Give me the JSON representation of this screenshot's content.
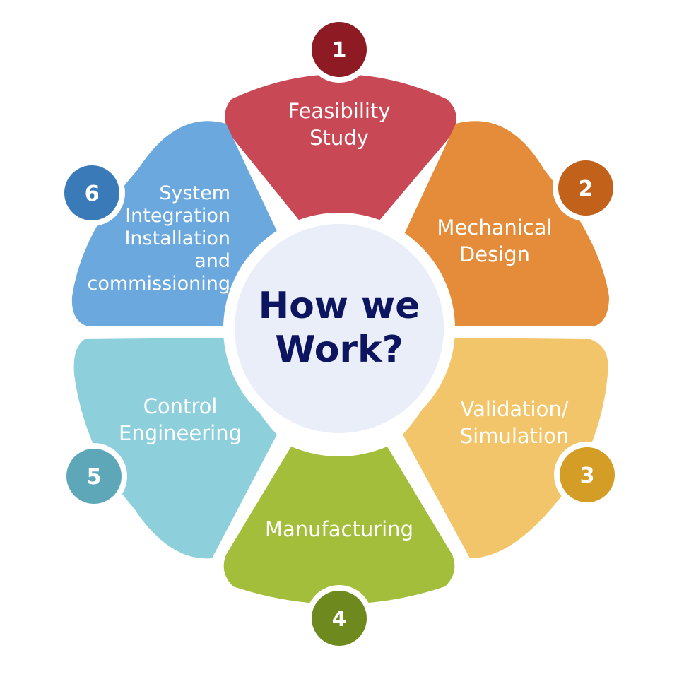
{
  "center": {
    "title_line1": "How we",
    "title_line2": "Work?"
  },
  "steps": [
    {
      "number": "1",
      "lines": [
        "Feasibility",
        "Study"
      ],
      "color": "#c84955",
      "badge_color": "#8e1b24"
    },
    {
      "number": "2",
      "lines": [
        "Mechanical",
        "Design"
      ],
      "color": "#e48c3a",
      "badge_color": "#c2611a"
    },
    {
      "number": "3",
      "lines": [
        "Validation/",
        "Simulation"
      ],
      "color": "#f2c56a",
      "badge_color": "#d49e26"
    },
    {
      "number": "4",
      "lines": [
        "Manufacturing"
      ],
      "color": "#a3be3a",
      "badge_color": "#6e8a1e"
    },
    {
      "number": "5",
      "lines": [
        "Control",
        "Engineering"
      ],
      "color": "#8ecfdc",
      "badge_color": "#5ea7b8"
    },
    {
      "number": "6",
      "lines": [
        "System",
        "Integration",
        "Installation",
        "and",
        "commissioning"
      ],
      "color": "#6aa8de",
      "badge_color": "#3a7ab8"
    }
  ]
}
